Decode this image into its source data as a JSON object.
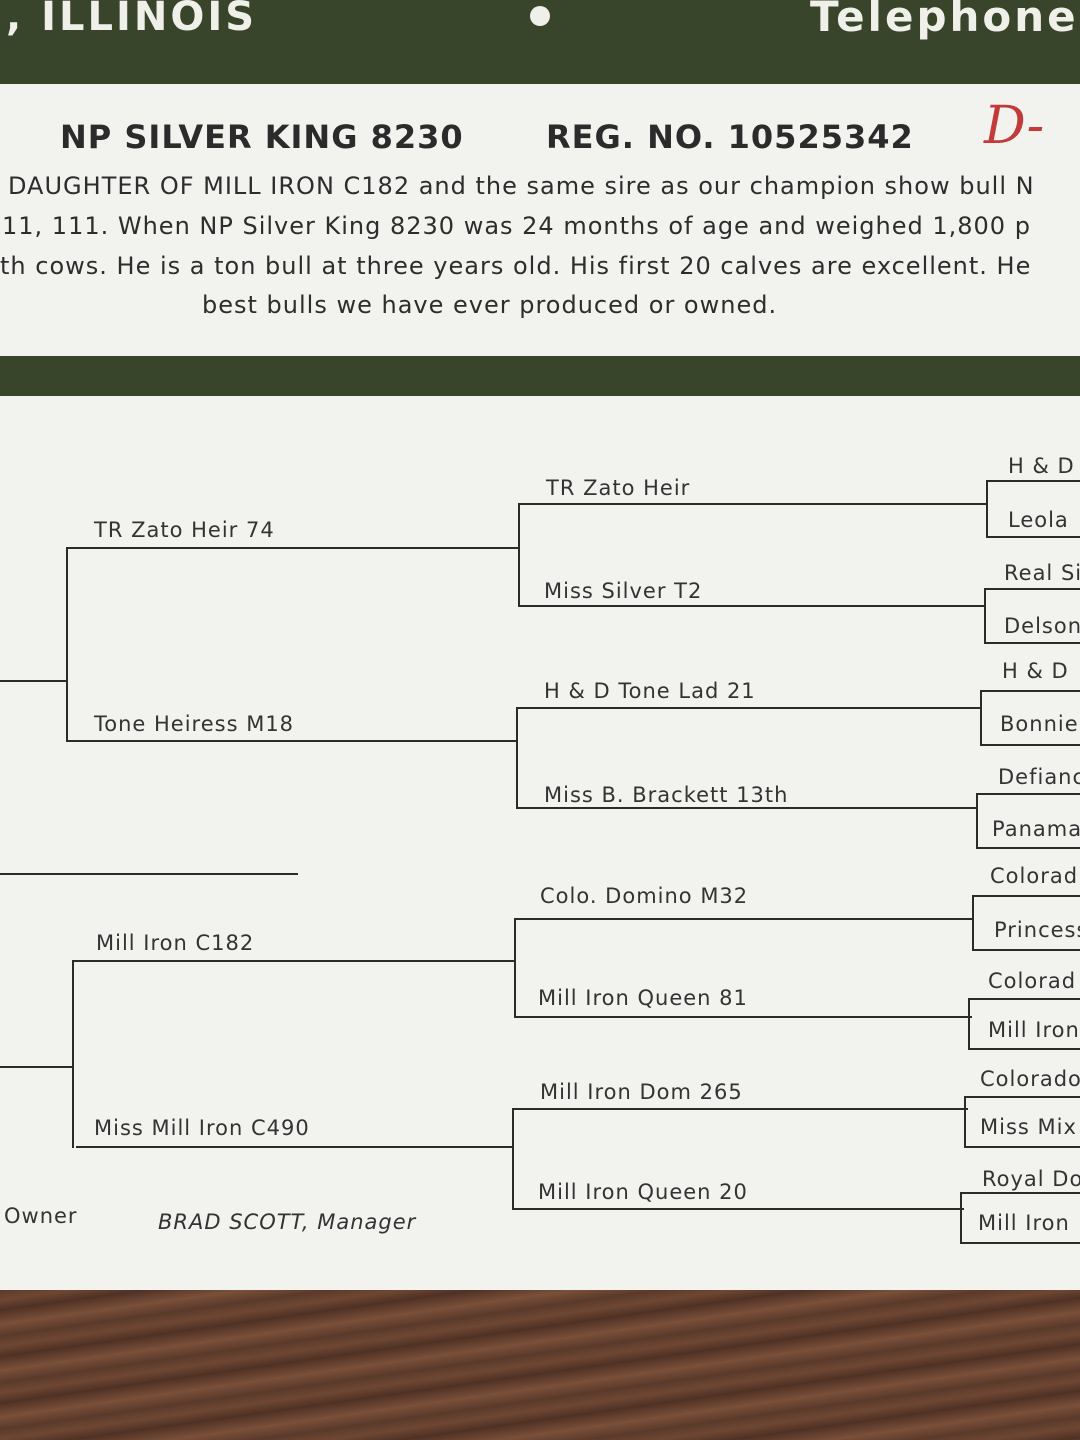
{
  "header": {
    "state": ", ILLINOIS",
    "phone_label": "Telephone"
  },
  "bull": {
    "name": "NP SILVER KING 8230",
    "reg": "REG. NO. 10525342",
    "grade_mark": "D-",
    "description": [
      "DAUGHTER OF MILL IRON C182 and the same sire as our champion show bull N",
      "11, 111. When NP Silver King 8230 was 24 months of age and weighed 1,800 p",
      "th cows. He is a ton bull at three years old. His first 20 calves are excellent. He",
      "best bulls we have ever produced or owned."
    ]
  },
  "pedigree": {
    "gen2": [
      "TR Zato Heir   74",
      "Tone Heiress   M18",
      "Mill  Iron        C182",
      "Miss  Mill  Iron          C490"
    ],
    "gen3": [
      "TR Zato Heir",
      "Miss Silver    T2",
      "H & D Tone Lad    21",
      "Miss B. Brackett 13th",
      "Colo. Domino      M32",
      "Mill  Iron  Queen       81",
      "Mill  Iron  Dom      265",
      "Mill  Iron  Queen      20"
    ],
    "gen4": [
      "H & D",
      "Leola",
      "Real Si",
      "Delson",
      "H & D",
      "Bonnie",
      "Defianc",
      "Panama",
      "Colorad",
      "Princess",
      "Colorad",
      "Mill  Iron",
      "Colorado",
      "Miss  Mix",
      "Royal Do",
      "Mill  Iron"
    ]
  },
  "footer": {
    "owner": "Owner",
    "manager": "BRAD SCOTT, Manager"
  },
  "colors": {
    "band": "#39452a",
    "paper": "#f2f2ef",
    "ink": "#2b2b2b",
    "grade_mark": "#c23a3a"
  }
}
